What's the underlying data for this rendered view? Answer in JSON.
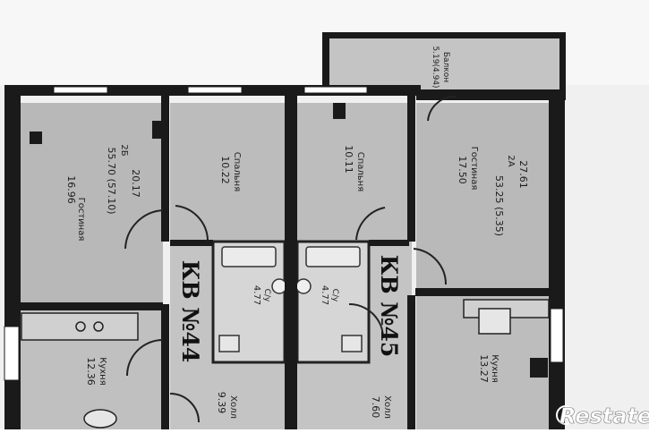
{
  "plan": {
    "apartment_44": {
      "title": "КВ №44",
      "summary": {
        "area": "20.17",
        "code": "2Б",
        "total": "55.70 (57.10)"
      },
      "rooms": [
        {
          "name": "Гостиная",
          "area": "16.96"
        },
        {
          "name": "Спальня",
          "area": "10.22"
        },
        {
          "name": "С/у",
          "area": "4.77"
        },
        {
          "name": "Кухня",
          "area": "12.36"
        },
        {
          "name": "Холл",
          "area": "9.39"
        }
      ]
    },
    "apartment_45": {
      "title": "КВ №45",
      "summary": {
        "area": "27.61",
        "code": "2А",
        "total": "53.25 (5.35)"
      },
      "rooms": [
        {
          "name": "Спальня",
          "area": "10.11"
        },
        {
          "name": "С/у",
          "area": "4.77"
        },
        {
          "name": "Гостиная",
          "area": "17.50"
        },
        {
          "name": "Кухня",
          "area": "13.27"
        },
        {
          "name": "Холл",
          "area": "7.60"
        }
      ]
    },
    "balcony": {
      "name": "Балкон",
      "area": "5.19(4.94)"
    }
  },
  "watermark": "Restate",
  "colors": {
    "background": "#f2f2f2",
    "floor": "#b9b9b9",
    "wall": "#1a1a1a",
    "watermark": "#ffffff"
  }
}
